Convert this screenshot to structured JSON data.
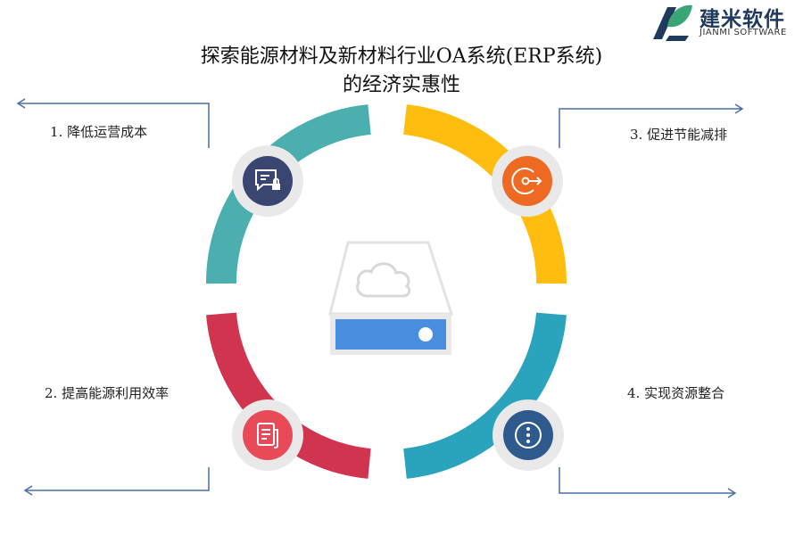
{
  "logo": {
    "name": "建米软件",
    "subtitle": "JIANMI SOFTWARE"
  },
  "title": {
    "line1": "探索能源材料及新材料行业OA系统(ERP系统)",
    "line2": "的经济实惠性"
  },
  "items": [
    {
      "label": "1. 降低运营成本",
      "color": "#4aafae",
      "icon": "chat-lock-icon"
    },
    {
      "label": "2. 提高能源利用效率",
      "color": "#d1344f",
      "icon": "document-icon"
    },
    {
      "label": "3. 促进节能减排",
      "color": "#ffbe0f",
      "icon": "key-exit-icon"
    },
    {
      "label": "4.  实现资源整合",
      "color": "#2aa4bd",
      "icon": "more-dots-icon"
    }
  ],
  "center_icon": "cloud-server-icon",
  "colors": {
    "arrow": "#4a6fa5",
    "icon_disc_dark": "#3a4672",
    "icon_disc_orange": "#ee6a22",
    "icon_disc_red": "#e84a58",
    "icon_disc_navy": "#2e5a8e",
    "server_blue": "#4a8ee0"
  }
}
